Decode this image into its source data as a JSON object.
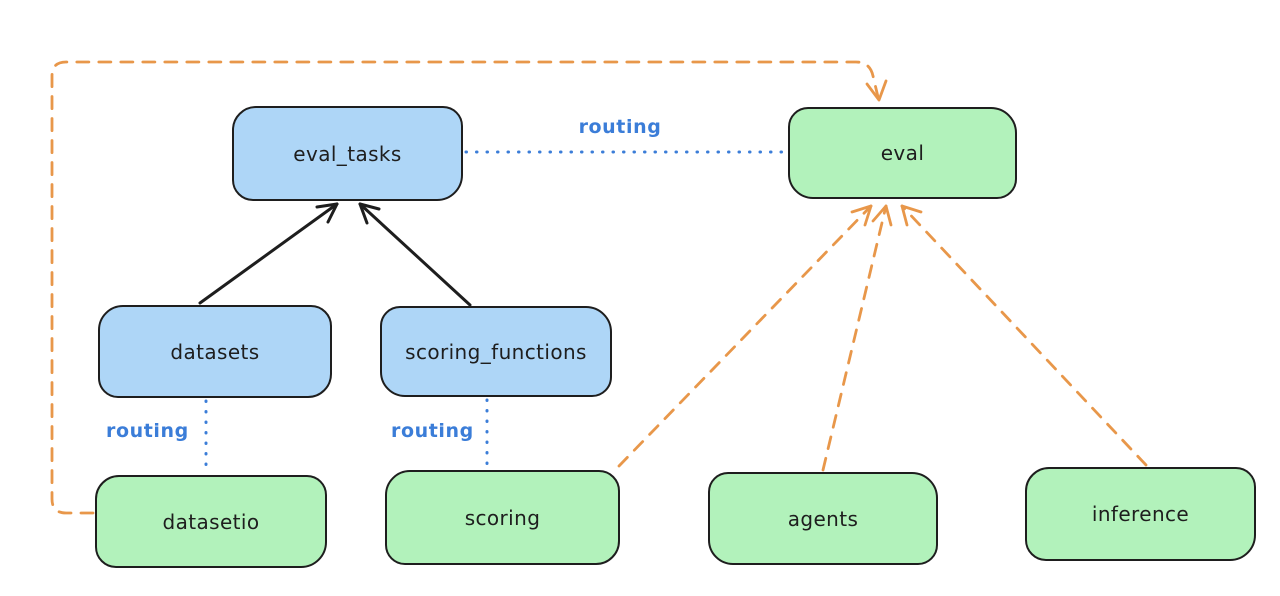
{
  "diagram": {
    "background": "#ffffff",
    "colors": {
      "node_border": "#1e1e1e",
      "blue_node_fill": "#aed6f7",
      "green_node_fill": "#b2f2bb",
      "black_arrow": "#1e1e1e",
      "orange_arrow": "#e8974a",
      "routing_blue": "#3b7dd8"
    },
    "nodes": [
      {
        "id": "eval_tasks",
        "label": "eval_tasks",
        "fill": "blue"
      },
      {
        "id": "eval",
        "label": "eval",
        "fill": "green"
      },
      {
        "id": "datasets",
        "label": "datasets",
        "fill": "blue"
      },
      {
        "id": "scoring_functions",
        "label": "scoring_functions",
        "fill": "blue"
      },
      {
        "id": "datasetio",
        "label": "datasetio",
        "fill": "green"
      },
      {
        "id": "scoring",
        "label": "scoring",
        "fill": "green"
      },
      {
        "id": "agents",
        "label": "agents",
        "fill": "green"
      },
      {
        "id": "inference",
        "label": "inference",
        "fill": "green"
      }
    ],
    "edges": [
      {
        "from": "datasets",
        "to": "eval_tasks",
        "style": "solid",
        "color": "black",
        "arrow": true,
        "label": ""
      },
      {
        "from": "scoring_functions",
        "to": "eval_tasks",
        "style": "solid",
        "color": "black",
        "arrow": true,
        "label": ""
      },
      {
        "from": "eval_tasks",
        "to": "eval",
        "style": "dotted",
        "color": "blue",
        "arrow": false,
        "label": "routing"
      },
      {
        "from": "datasets",
        "to": "datasetio",
        "style": "dotted",
        "color": "blue",
        "arrow": false,
        "label": "routing"
      },
      {
        "from": "scoring_functions",
        "to": "scoring",
        "style": "dotted",
        "color": "blue",
        "arrow": false,
        "label": "routing"
      },
      {
        "from": "datasetio",
        "to": "eval",
        "style": "dashed",
        "color": "orange",
        "arrow": true,
        "label": ""
      },
      {
        "from": "scoring",
        "to": "eval",
        "style": "dashed",
        "color": "orange",
        "arrow": true,
        "label": ""
      },
      {
        "from": "agents",
        "to": "eval",
        "style": "dashed",
        "color": "orange",
        "arrow": true,
        "label": ""
      },
      {
        "from": "inference",
        "to": "eval",
        "style": "dashed",
        "color": "orange",
        "arrow": true,
        "label": ""
      }
    ]
  }
}
